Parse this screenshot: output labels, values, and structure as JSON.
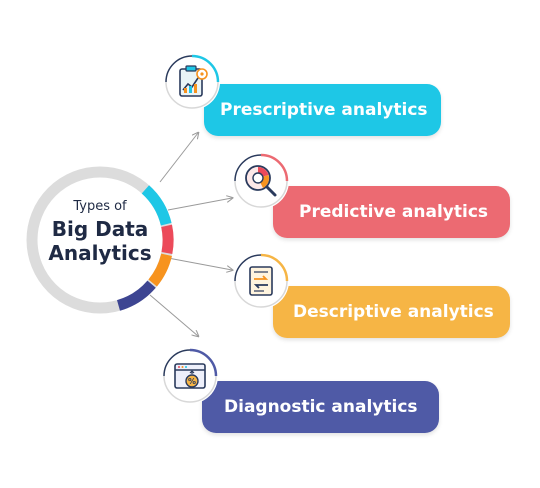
{
  "center": {
    "line1": "Types of",
    "line2": "Big Data",
    "line3": "Analytics"
  },
  "items": [
    {
      "label": "Prescriptive analytics",
      "color": "#1ec7e6",
      "icon": "clipboard-chart-icon"
    },
    {
      "label": "Predictive analytics",
      "color": "#ec6a72",
      "icon": "magnifier-pie-icon"
    },
    {
      "label": "Descriptive analytics",
      "color": "#f6b545",
      "icon": "document-arrows-icon"
    },
    {
      "label": "Diagnostic analytics",
      "color": "#4f5aa6",
      "icon": "browser-percent-icon"
    }
  ],
  "ring_colors": {
    "base": "#dcdcdc",
    "cyan": "#1ec7e6",
    "red": "#ec4a5a",
    "orange": "#f7931e",
    "navy": "#3d4592"
  }
}
